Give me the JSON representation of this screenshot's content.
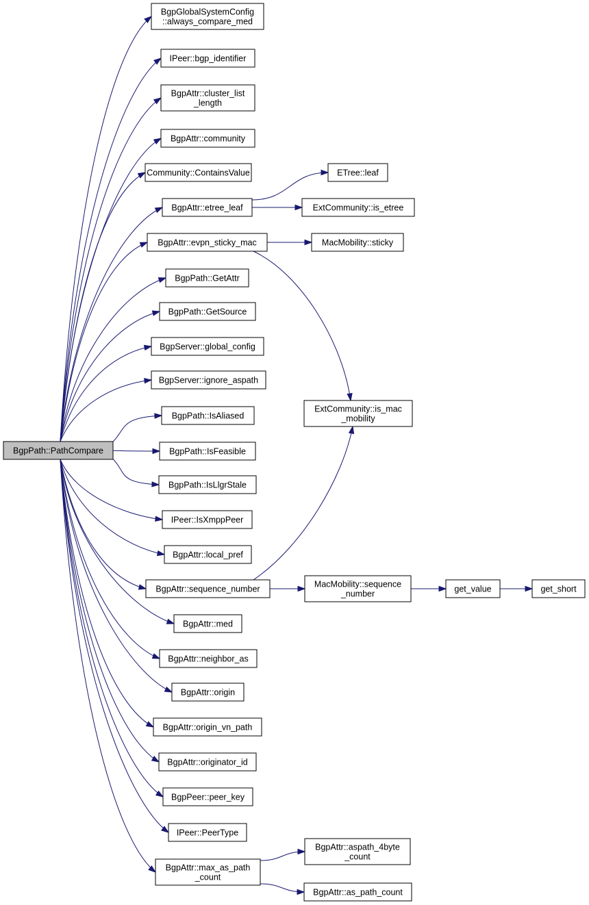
{
  "colors": {
    "edge": "#191970",
    "root_fill": "#bfbfbf",
    "node_fill": "#ffffff",
    "node_stroke": "#000000"
  },
  "nodes": {
    "root": [
      "BgpPath::PathCompare"
    ],
    "always_compare_med": [
      "BgpGlobalSystemConfig",
      "::always_compare_med"
    ],
    "bgp_identifier": [
      "IPeer::bgp_identifier"
    ],
    "cluster_list_length": [
      "BgpAttr::cluster_list",
      "_length"
    ],
    "community": [
      "BgpAttr::community"
    ],
    "contains_value": [
      "Community::ContainsValue"
    ],
    "etree_leaf": [
      "BgpAttr::etree_leaf"
    ],
    "evpn_sticky_mac": [
      "BgpAttr::evpn_sticky_mac"
    ],
    "get_attr": [
      "BgpPath::GetAttr"
    ],
    "get_source": [
      "BgpPath::GetSource"
    ],
    "global_config": [
      "BgpServer::global_config"
    ],
    "ignore_aspath": [
      "BgpServer::ignore_aspath"
    ],
    "is_aliased": [
      "BgpPath::IsAliased"
    ],
    "is_feasible": [
      "BgpPath::IsFeasible"
    ],
    "is_llgr_stale": [
      "BgpPath::IsLlgrStale"
    ],
    "is_xmpp_peer": [
      "IPeer::IsXmppPeer"
    ],
    "local_pref": [
      "BgpAttr::local_pref"
    ],
    "sequence_number": [
      "BgpAttr::sequence_number"
    ],
    "med": [
      "BgpAttr::med"
    ],
    "neighbor_as": [
      "BgpAttr::neighbor_as"
    ],
    "origin": [
      "BgpAttr::origin"
    ],
    "origin_vn_path": [
      "BgpAttr::origin_vn_path"
    ],
    "originator_id": [
      "BgpAttr::originator_id"
    ],
    "peer_key": [
      "BgpPeer::peer_key"
    ],
    "peer_type": [
      "IPeer::PeerType"
    ],
    "max_as_path_count": [
      "BgpAttr::max_as_path",
      "_count"
    ],
    "etree_leaf_fn": [
      "ETree::leaf"
    ],
    "is_etree": [
      "ExtCommunity::is_etree"
    ],
    "sticky": [
      "MacMobility::sticky"
    ],
    "is_mac_mobility": [
      "ExtCommunity::is_mac",
      "_mobility"
    ],
    "mm_sequence_number": [
      "MacMobility::sequence",
      "_number"
    ],
    "get_value": [
      "get_value"
    ],
    "get_short": [
      "get_short"
    ],
    "aspath_4byte_count": [
      "BgpAttr::aspath_4byte",
      "_count"
    ],
    "as_path_count": [
      "BgpAttr::as_path_count"
    ]
  },
  "edges": [
    [
      "root",
      "always_compare_med"
    ],
    [
      "root",
      "bgp_identifier"
    ],
    [
      "root",
      "cluster_list_length"
    ],
    [
      "root",
      "community"
    ],
    [
      "root",
      "contains_value"
    ],
    [
      "root",
      "etree_leaf"
    ],
    [
      "root",
      "evpn_sticky_mac"
    ],
    [
      "root",
      "get_attr"
    ],
    [
      "root",
      "get_source"
    ],
    [
      "root",
      "global_config"
    ],
    [
      "root",
      "ignore_aspath"
    ],
    [
      "root",
      "is_aliased"
    ],
    [
      "root",
      "is_feasible"
    ],
    [
      "root",
      "is_llgr_stale"
    ],
    [
      "root",
      "is_xmpp_peer"
    ],
    [
      "root",
      "local_pref"
    ],
    [
      "root",
      "sequence_number"
    ],
    [
      "root",
      "med"
    ],
    [
      "root",
      "neighbor_as"
    ],
    [
      "root",
      "origin"
    ],
    [
      "root",
      "origin_vn_path"
    ],
    [
      "root",
      "originator_id"
    ],
    [
      "root",
      "peer_key"
    ],
    [
      "root",
      "peer_type"
    ],
    [
      "root",
      "max_as_path_count"
    ],
    [
      "etree_leaf",
      "etree_leaf_fn"
    ],
    [
      "etree_leaf",
      "is_etree"
    ],
    [
      "evpn_sticky_mac",
      "sticky"
    ],
    [
      "evpn_sticky_mac",
      "is_mac_mobility"
    ],
    [
      "sequence_number",
      "is_mac_mobility"
    ],
    [
      "sequence_number",
      "mm_sequence_number"
    ],
    [
      "mm_sequence_number",
      "get_value"
    ],
    [
      "get_value",
      "get_short"
    ],
    [
      "max_as_path_count",
      "aspath_4byte_count"
    ],
    [
      "max_as_path_count",
      "as_path_count"
    ]
  ]
}
